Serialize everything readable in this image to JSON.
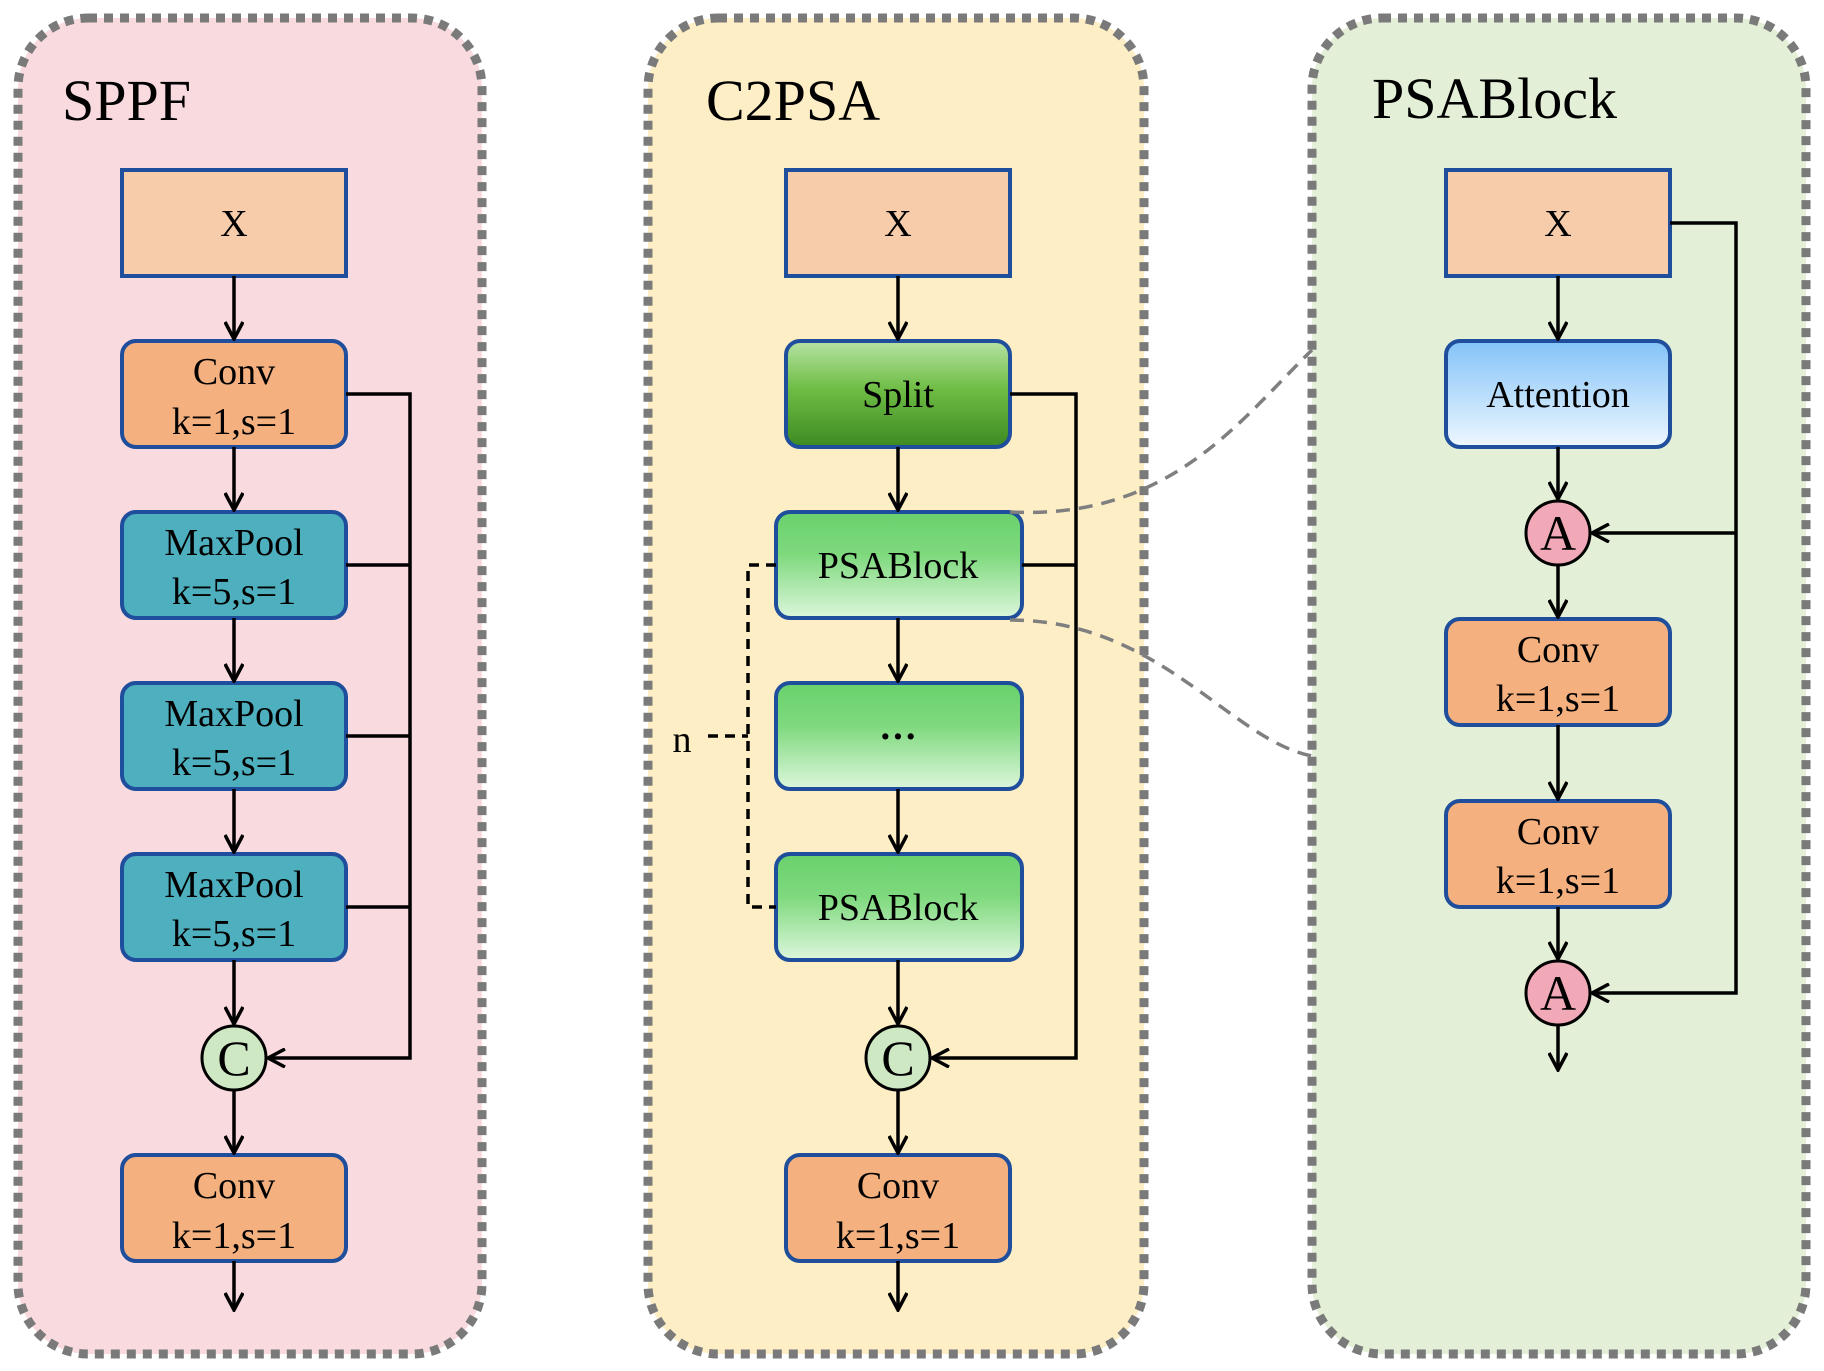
{
  "panels": {
    "sppf": {
      "title": "SPPF",
      "input": "X",
      "conv1": [
        "Conv",
        "k=1,s=1"
      ],
      "maxpool1": [
        "MaxPool",
        "k=5,s=1"
      ],
      "maxpool2": [
        "MaxPool",
        "k=5,s=1"
      ],
      "maxpool3": [
        "MaxPool",
        "k=5,s=1"
      ],
      "concat": "C",
      "conv2": [
        "Conv",
        "k=1,s=1"
      ]
    },
    "c2psa": {
      "title": "C2PSA",
      "input": "X",
      "split": "Split",
      "psablock1": "PSABlock",
      "ellipsis": "···",
      "psablock2": "PSABlock",
      "repeat_label": "n",
      "concat": "C",
      "conv": [
        "Conv",
        "k=1,s=1"
      ]
    },
    "psablock": {
      "title": "PSABlock",
      "input": "X",
      "attention": "Attention",
      "add1": "A",
      "conv1": [
        "Conv",
        "k=1,s=1"
      ],
      "conv2": [
        "Conv",
        "k=1,s=1"
      ],
      "add2": "A"
    }
  },
  "colors": {
    "sppf_bg": "#f9dadf",
    "c2psa_bg": "#fdeec6",
    "psablock_bg": "#e3efd6",
    "input_box": "#f6ccab",
    "conv_box": "#f4b07f",
    "maxpool_box": "#4eafbf",
    "concat_circle": "#cfe8c4",
    "add_circle": "#f1a9b7",
    "box_border": "#1f4e9c"
  }
}
